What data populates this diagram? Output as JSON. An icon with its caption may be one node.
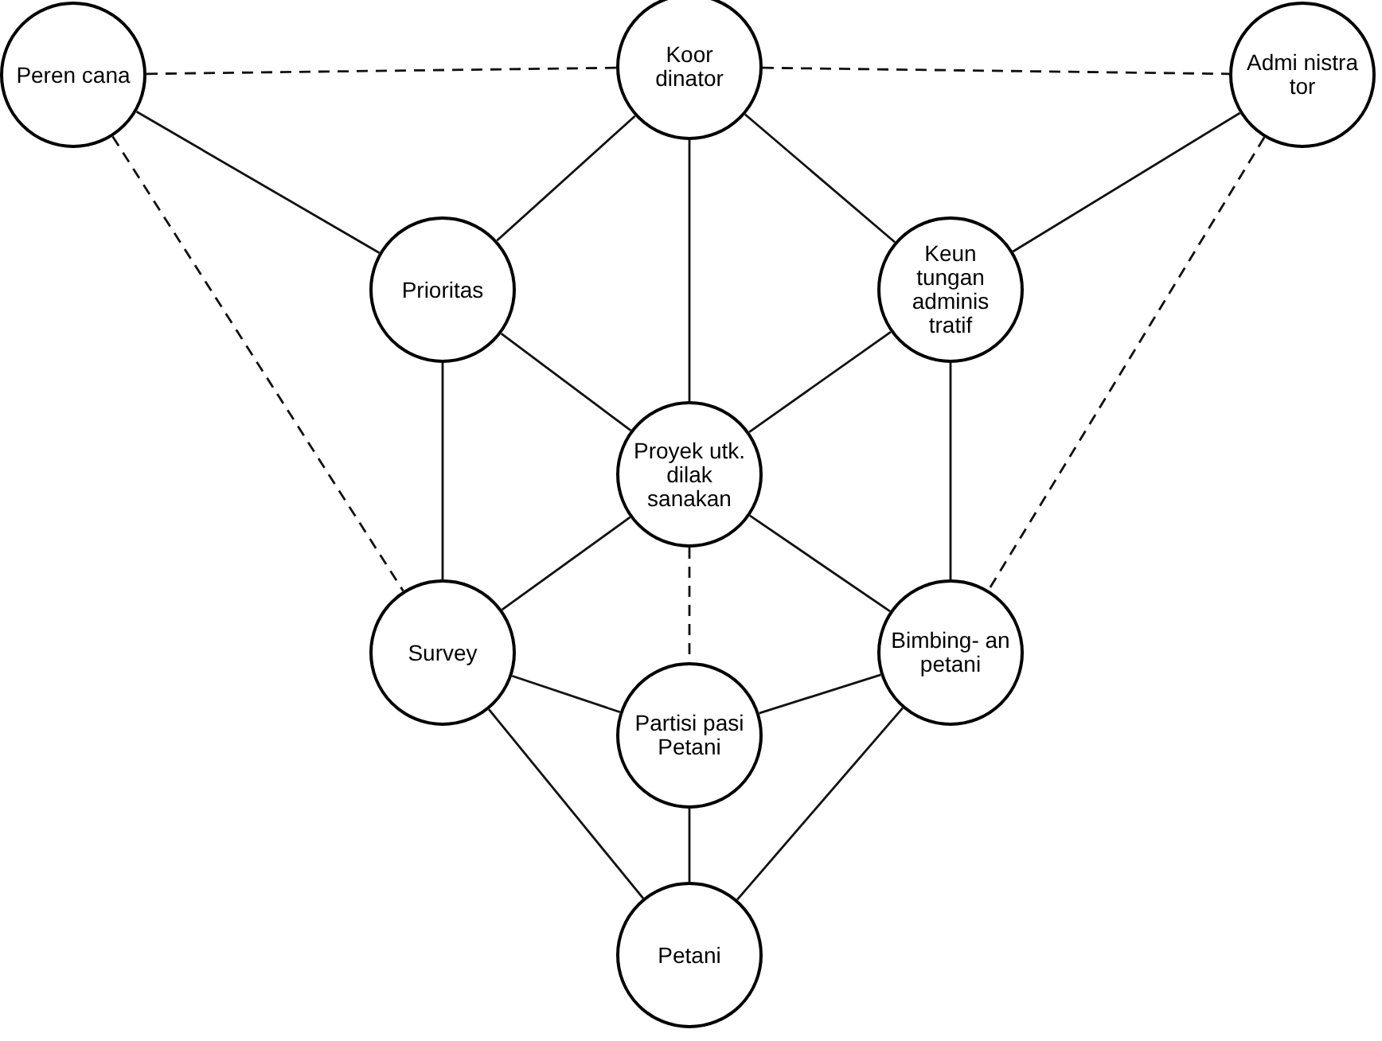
{
  "diagram": {
    "nodes": [
      {
        "text": [
          "Peren cana"
        ]
      },
      {
        "text": [
          "Koor dinator"
        ]
      },
      {
        "text": [
          "Admi nistra tor"
        ]
      },
      {
        "text": [
          "Prioritas"
        ]
      },
      {
        "text": [
          "Keun tungan adminis tratif"
        ]
      },
      {
        "text": [
          "Proyek utk. dilak sanakan"
        ]
      },
      {
        "text": [
          "Survey"
        ]
      },
      {
        "text": [
          "Bimbing- an petani"
        ]
      },
      {
        "text": [
          "Partisi pasi Petani"
        ]
      },
      {
        "text": [
          "Petani"
        ]
      }
    ],
    "edges": [
      {
        "from": 0,
        "to": 1,
        "arrow": "none",
        "style": "dashed"
      },
      {
        "from": 1,
        "to": 2,
        "arrow": "none",
        "style": "dashed"
      },
      {
        "from": 0,
        "to": 3,
        "arrow": "none"
      },
      {
        "from": 0,
        "to": 6,
        "arrow": "none",
        "style": "dashed"
      },
      {
        "from": 1,
        "to": 3,
        "arrow": "none"
      },
      {
        "from": 1,
        "to": 4,
        "arrow": "none"
      },
      {
        "from": 1,
        "to": 5,
        "arrow": "none"
      },
      {
        "from": 2,
        "to": 4,
        "arrow": "none"
      },
      {
        "from": 2,
        "to": 7,
        "arrow": "none",
        "style": "dashed"
      },
      {
        "from": 3,
        "to": 5,
        "arrow": "none"
      },
      {
        "from": 3,
        "to": 6,
        "arrow": "none"
      },
      {
        "from": 4,
        "to": 5,
        "arrow": "none"
      },
      {
        "from": 4,
        "to": 7,
        "arrow": "none"
      },
      {
        "from": 5,
        "to": 6,
        "arrow": "none"
      },
      {
        "from": 5,
        "to": 7,
        "arrow": "none"
      },
      {
        "from": 5,
        "to": 8,
        "arrow": "none",
        "style": "dashed"
      },
      {
        "from": 6,
        "to": 8,
        "arrow": "none"
      },
      {
        "from": 7,
        "to": 8,
        "arrow": "none"
      },
      {
        "from": 6,
        "to": 9,
        "arrow": "none"
      },
      {
        "from": 7,
        "to": 9,
        "arrow": "none"
      },
      {
        "from": 8,
        "to": 9,
        "arrow": "none"
      }
    ]
  }
}
